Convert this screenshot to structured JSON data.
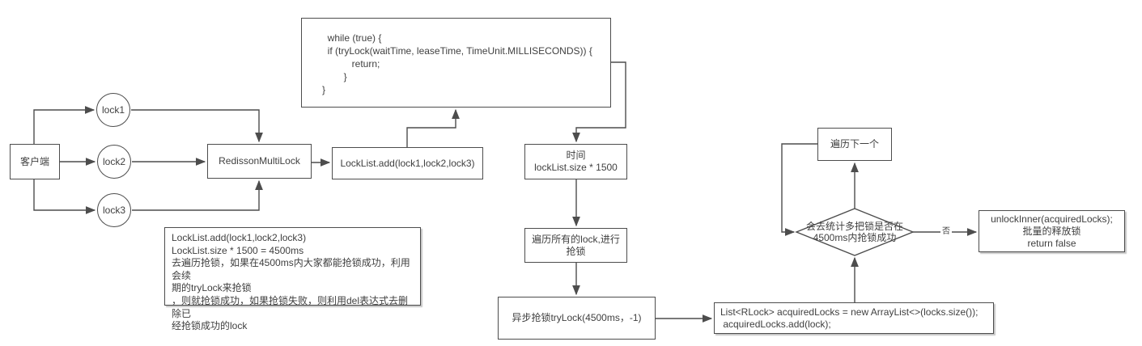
{
  "colors": {
    "stroke": "#4d4d4d",
    "text": "#3f3f3f",
    "background": "#ffffff"
  },
  "nodes": {
    "client": {
      "label": "客户端"
    },
    "lock1": {
      "label": "lock1"
    },
    "lock2": {
      "label": "lock2"
    },
    "lock3": {
      "label": "lock3"
    },
    "multilock": {
      "label": "RedissonMultiLock"
    },
    "locklist_add": {
      "label": "LockList.add(lock1,lock2,lock3)"
    },
    "code": {
      "lines": [
        "  while (true) {",
        "  if (tryLock(waitTime, leaseTime, TimeUnit.MILLISECONDS)) {",
        "           return;",
        "        }",
        "}"
      ]
    },
    "time": {
      "lines": [
        "时间",
        "lockList.size * 1500"
      ]
    },
    "iterate": {
      "lines": [
        "遍历所有的lock,进行",
        "抢锁"
      ]
    },
    "async_trylock": {
      "label": "异步抢锁tryLock(4500ms，-1)"
    },
    "acquired": {
      "lines": [
        "List<RLock> acquiredLocks = new ArrayList<>(locks.size());",
        " acquiredLocks.add(lock);"
      ]
    },
    "decision": {
      "lines": [
        "会去统计多把锁是否在",
        "4500ms内抢锁成功"
      ]
    },
    "next": {
      "label": "遍历下一个"
    },
    "unlock": {
      "lines": [
        "unlockInner(acquiredLocks);",
        "批量的释放锁",
        "return false"
      ]
    },
    "note": {
      "lines": [
        "LockList.add(lock1,lock2,lock3)",
        "LockList.size * 1500 = 4500ms",
        "去遍历抢锁，如果在4500ms内大家都能抢锁成功，利用会续",
        "期的tryLock来抢锁",
        "，则就抢锁成功，如果抢锁失败，则利用del表达式去删除已",
        "经抢锁成功的lock"
      ]
    }
  },
  "edge_labels": {
    "no": "否"
  }
}
